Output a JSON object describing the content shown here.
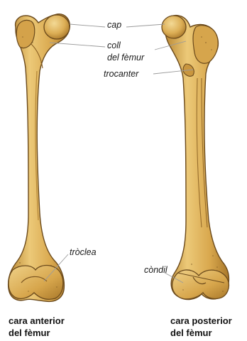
{
  "labels": {
    "cap": "cap",
    "coll": "coll",
    "del_femur": "del fèmur",
    "trocanter": "trocanter",
    "troclea": "tròclea",
    "condil": "còndil"
  },
  "captions": {
    "anterior_line1": "cara anterior",
    "anterior_line2": "del fèmur",
    "posterior_line1": "cara posterior",
    "posterior_line2": "del fèmur"
  },
  "colors": {
    "bone_fill": "#d9a84e",
    "bone_light": "#ecc978",
    "bone_shadow": "#a9782a",
    "outline": "#6b4a1c",
    "leader_line": "#9a9a9a"
  }
}
